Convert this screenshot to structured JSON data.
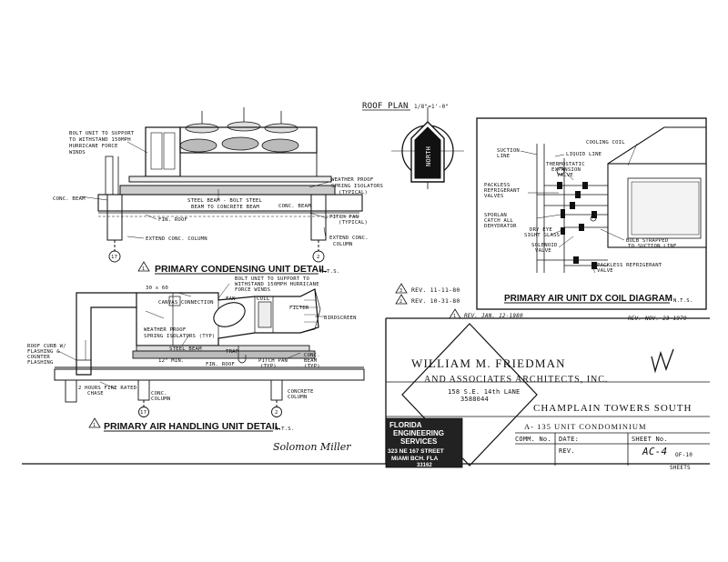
{
  "roof_plan": {
    "title": "ROOF PLAN",
    "scale": "1/8\"=1'-0\"",
    "north": "NORTH"
  },
  "condensing": {
    "title": "PRIMARY CONDENSING UNIT DETAIL",
    "nts": "N.T.S.",
    "labels": {
      "bolt1": "BOLT UNIT TO SUPPORT",
      "bolt2": "TO WITHSTAND 150MPH",
      "bolt3": "HURRICANE FORCE",
      "bolt4": "WINDS",
      "weather1": "WEATHER PROOF",
      "weather2": "SPRING ISOLATORS",
      "weather3": "(TYPICAL)",
      "steel1": "STEEL BEAM - BOLT STEEL",
      "steel2": "BEAM TO CONCRETE BEAM",
      "conc_beam": "CONC. BEAM",
      "conc_beam2": "CONC. BEAM",
      "fin_roof": "FIN. ROOF",
      "pitch1": "PITCH PAN",
      "pitch2": "(TYPICAL)",
      "extend": "EXTEND CONC. COLUMN",
      "extend2a": "EXTEND CONC.",
      "extend2b": "COLUMN",
      "col17": "17",
      "col2": "2"
    }
  },
  "air_handling": {
    "title": "PRIMARY AIR HANDLING UNIT DETAIL",
    "nts": "N.T.S.",
    "labels": {
      "bolt1": "BOLT UNIT TO SUPPORT TO",
      "bolt2": "WITHSTAND 150MPH HURRICANE",
      "bolt3": "FORCE WINDS",
      "size": "30 x 60",
      "canvas": "CANVAS CONNECTION",
      "fan": "FAN",
      "coil": "COIL",
      "filter": "FILTER",
      "birdscreen": "BIRDSCREEN",
      "weather1": "WEATHER PROOF",
      "weather2": "SPRING ISOLATORS (TYP)",
      "steel": "STEEL BEAM",
      "conc1": "CONC.",
      "conc2": "BEAM",
      "conc3": "(TYP)",
      "min": "12\" MIN.",
      "trap": "TRAP",
      "fin_roof": "FIN. ROOF",
      "pitch1": "PITCH PAN",
      "pitch2": "(TYP)",
      "curb1": "ROOF CURB W/",
      "curb2": "FLASHING &",
      "curb3": "COUNTER",
      "curb4": "FLASHING",
      "chase1": "2 HOURS FIRE RATED",
      "chase2": "CHASE",
      "conc_col1": "CONC.",
      "conc_col2": "COLUMN",
      "concrete1": "CONCRETE",
      "concrete2": "COLUMN",
      "col17": "17",
      "col2": "2"
    }
  },
  "dx_coil": {
    "title": "PRIMARY AIR UNIT DX COIL DIAGRAM",
    "nts": "N.T.S.",
    "labels": {
      "cooling": "COOLING COIL",
      "suction1": "SUCTION",
      "suction2": "LINE",
      "liquid": "LIQUID LINE",
      "thermo1": "THERMOSTATIC",
      "thermo2": "EXPANSION",
      "thermo3": "VALVE",
      "packless1": "PACKLESS",
      "packless2": "REFRIGERANT",
      "packless3": "VALVES",
      "sporlan1": "SPORLAN",
      "sporlan2": "CATCH ALL",
      "sporlan3": "DEHYDRATOR",
      "dryeye1": "DRY EYE",
      "dryeye2": "SIGHT GLASS",
      "solenoid1": "SOLENOID",
      "solenoid2": "VALVE",
      "bulb1": "BULB STRAPPED",
      "bulb2": "TO SUCTION LINE",
      "packref1": "PACKLESS REFRIGERANT",
      "packref2": "VALVE"
    }
  },
  "revisions": {
    "r1": "REV. 11-11-80",
    "r2": "REV. 10-31-80",
    "r3": "REV. JAN. 12-1980",
    "r4": "REV. NOV. 23-1979",
    "n3": "3",
    "n2": "2",
    "n1": "1"
  },
  "title_block": {
    "firm1": "WILLIAM M. FRIEDMAN",
    "firm2": "AND ASSOCIATES ARCHITECTS, INC.",
    "address1": "158 S.E. 14th LANE",
    "address2": "3588044",
    "project": "CHAMPLAIN TOWERS SOUTH",
    "project2": "A- 135 UNIT CONDOMINIUM",
    "comm": "COMM. No.",
    "date": "DATE:",
    "rev": "REV.",
    "sheet": "SHEET No.",
    "sheet_no": "AC-4",
    "of": "OF-10",
    "sheets": "SHEETS",
    "stamp1": "FLORIDA",
    "stamp2": "ENGINEERING",
    "stamp3": "SERVICES",
    "stamp4": "323 NE 167 STREET",
    "stamp5": "MIAMI BCH. FLA",
    "stamp6": "33162"
  },
  "signature": "Solomon Miller"
}
